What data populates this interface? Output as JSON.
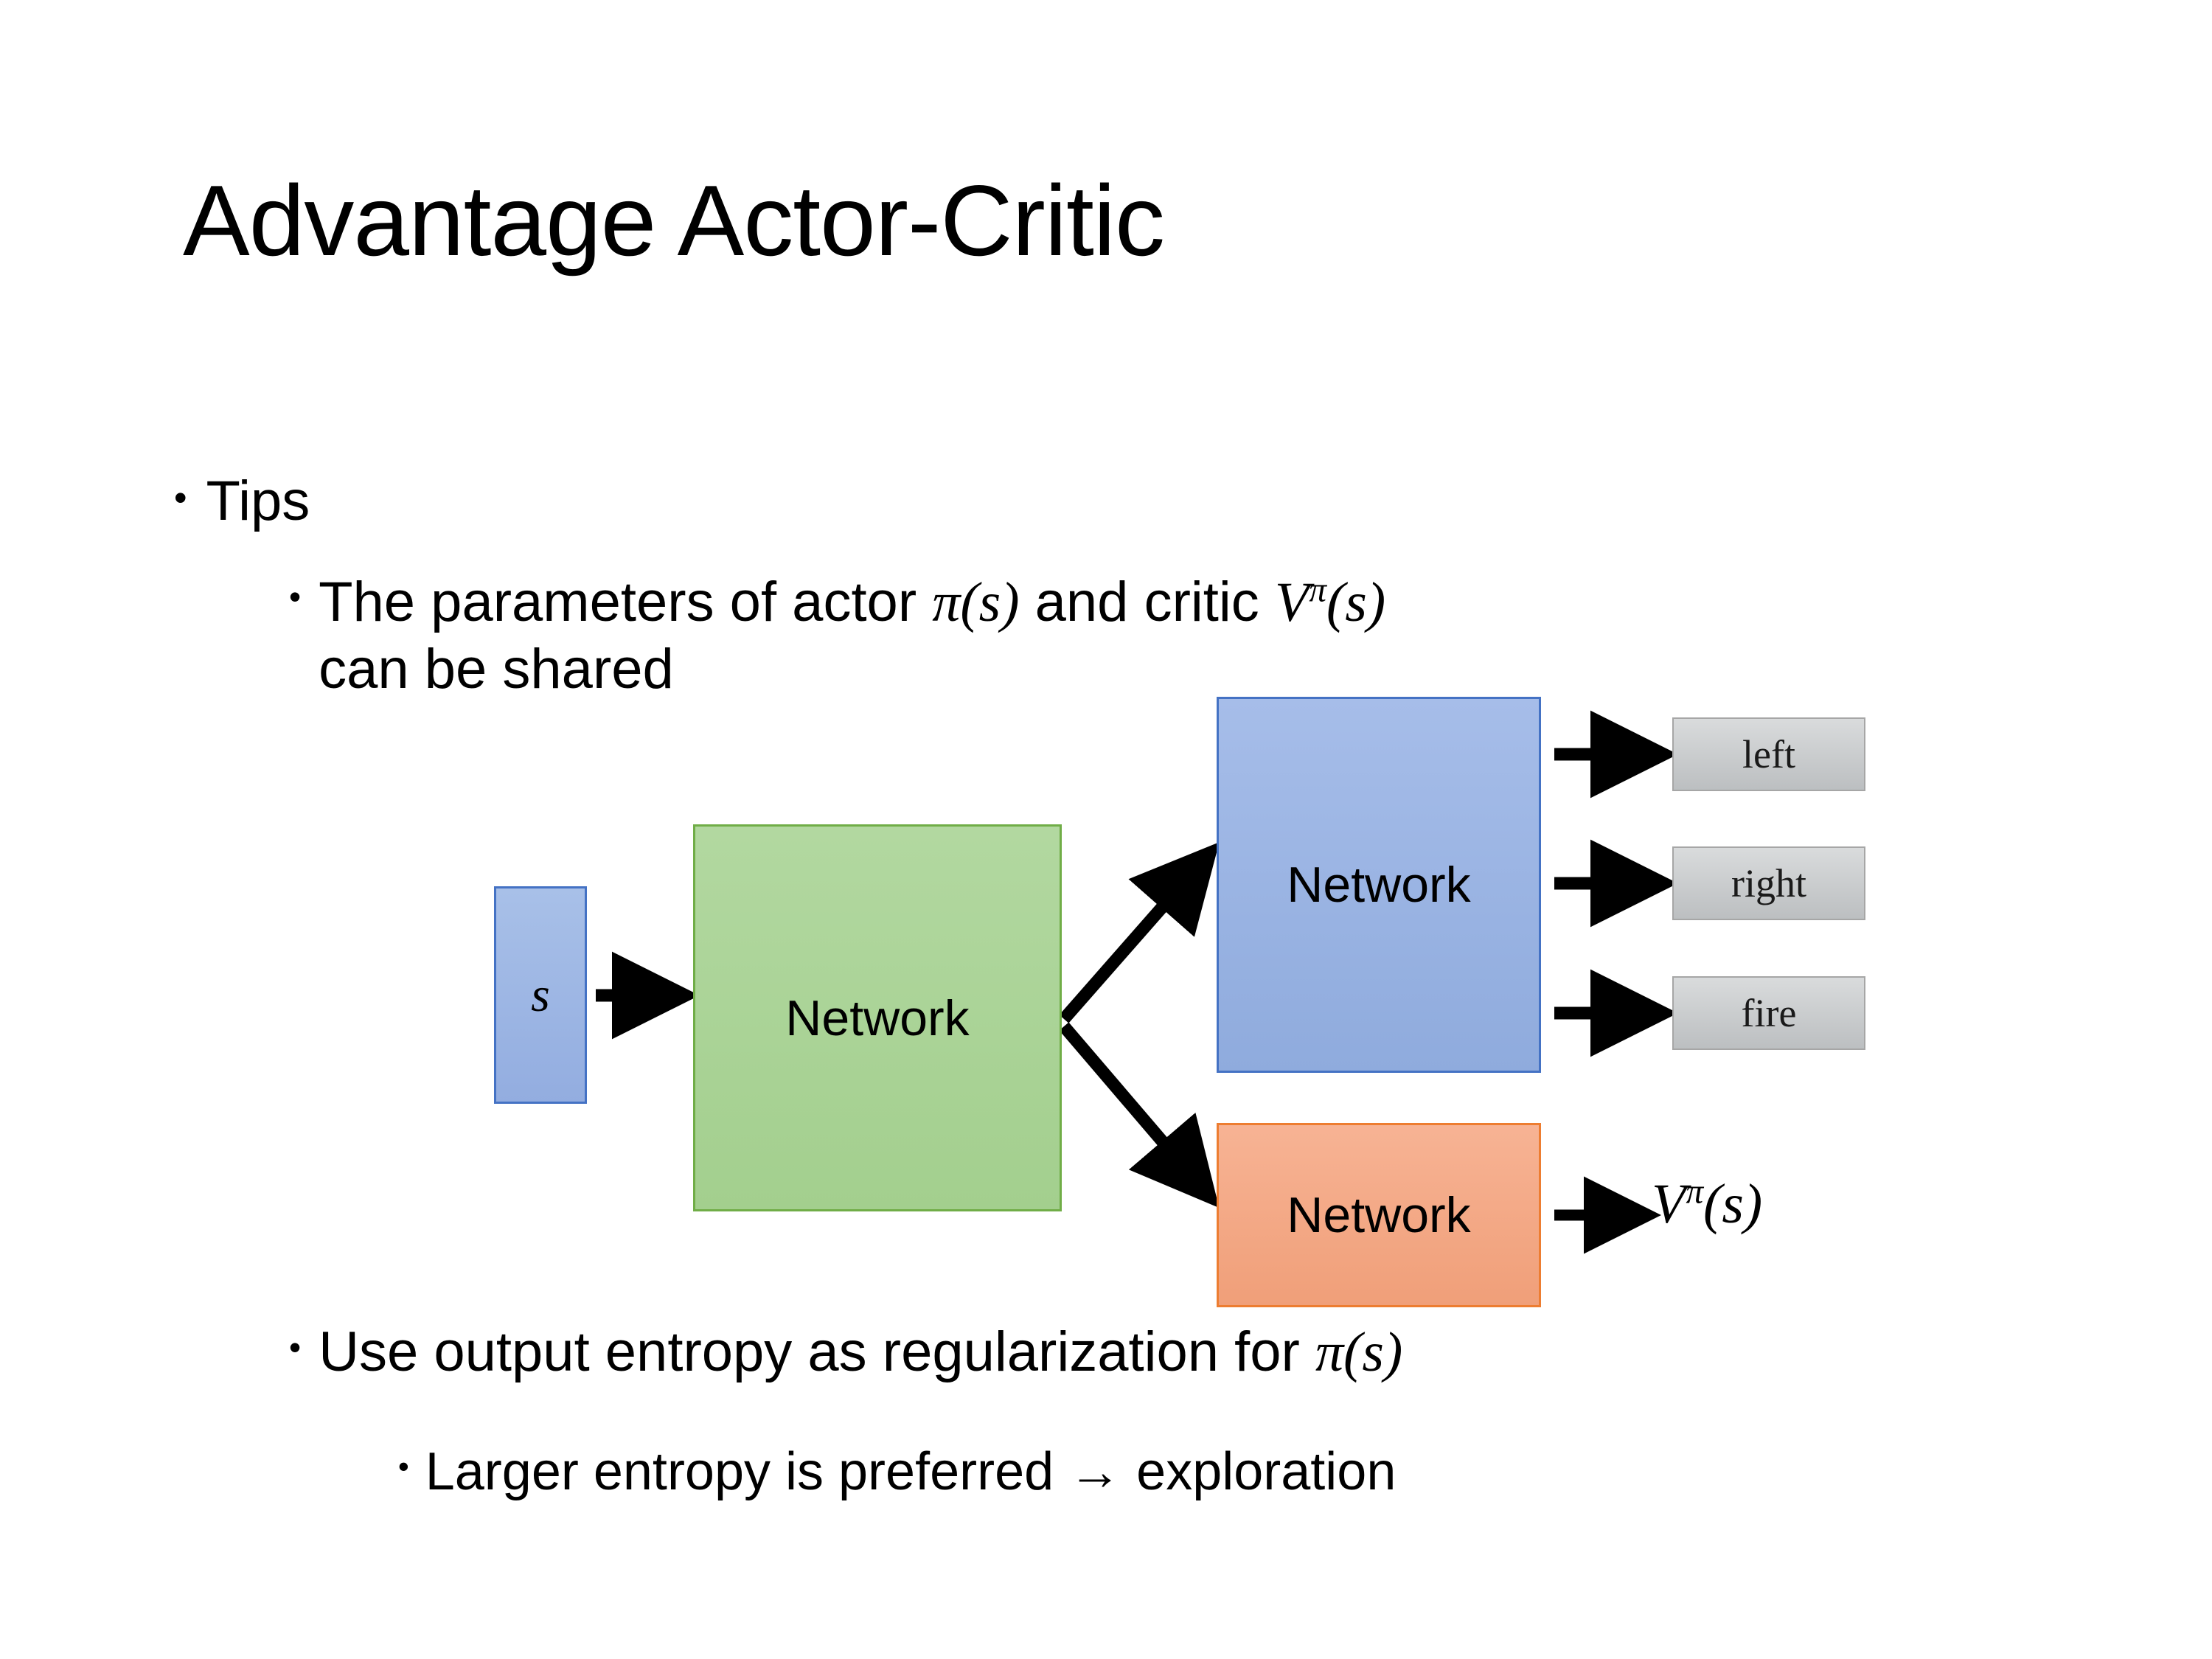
{
  "slide": {
    "title": "Advantage Actor-Critic",
    "background_color": "#ffffff"
  },
  "bullets": {
    "tips": {
      "marker": "•",
      "text": "Tips"
    },
    "shared_params": {
      "marker": "•",
      "text_part_1": "The parameters of actor ",
      "math_1": "π(s)",
      "text_part_2": "  and critic ",
      "math_2": "Vπ(s)",
      "text_part_3": "can be shared",
      "full_text": "The parameters of actor π(s)  and critic Vπ(s) can be shared"
    },
    "entropy": {
      "marker": "•",
      "text_part_1": "Use output entropy as regularization for ",
      "math_1": "π(s)",
      "full_text": "Use output entropy as regularization for π(s)"
    },
    "exploration": {
      "marker": "•",
      "text": "Larger entropy is preferred → exploration"
    }
  },
  "diagram": {
    "nodes": {
      "state": {
        "label": "s",
        "fill": "#93ade0",
        "border": "#4472c4"
      },
      "shared_network": {
        "label": "Network",
        "fill": "#a3cf8e",
        "border": "#70ad47"
      },
      "actor_network": {
        "label": "Network",
        "fill": "#8fabdd",
        "border": "#4472c4"
      },
      "critic_network": {
        "label": "Network",
        "fill": "#f09f79",
        "border": "#ed7d31"
      }
    },
    "actions": [
      {
        "label": "left",
        "fill": "#c9ccce",
        "border": "#a6a6a6"
      },
      {
        "label": "right",
        "fill": "#c9ccce",
        "border": "#a6a6a6"
      },
      {
        "label": "fire",
        "fill": "#c9ccce",
        "border": "#a6a6a6"
      }
    ],
    "critic_output": {
      "base": "V",
      "superscript": "π",
      "argument": "(s)"
    },
    "arrow_color": "#000000",
    "arrow_count": 6
  },
  "math_symbols": {
    "pi": "π",
    "s": "s",
    "V": "V",
    "right_arrow": "→"
  }
}
